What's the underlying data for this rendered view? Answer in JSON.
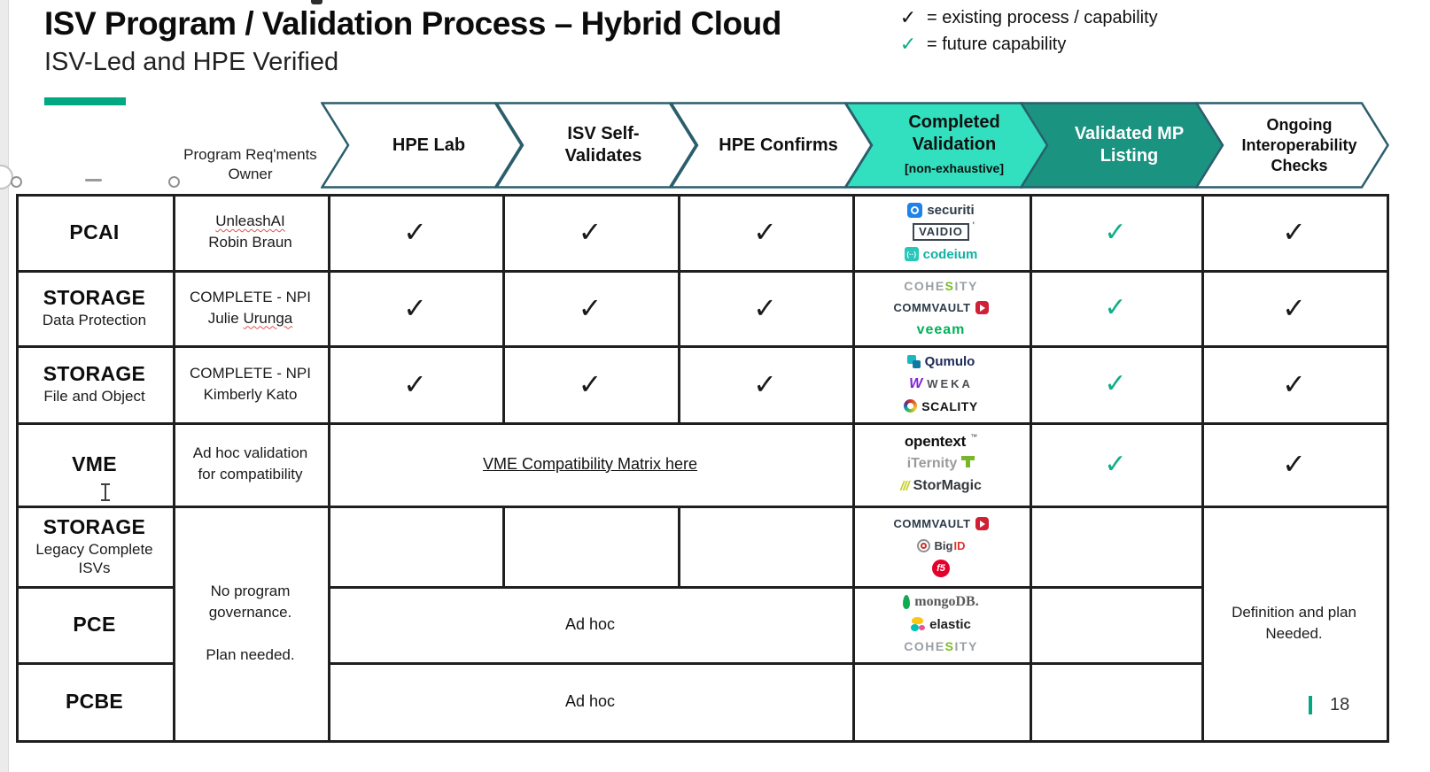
{
  "slide": {
    "title": "ISV Program / Validation Process – Hybrid Cloud",
    "subtitle": "ISV-Led and HPE Verified",
    "page_number": "18"
  },
  "legend": {
    "existing_check": "✓",
    "existing_label": "= existing process / capability",
    "future_check": "✓",
    "future_label": "= future capability"
  },
  "header": {
    "owner_line1": "Program Req'ments",
    "owner_line2": "Owner",
    "chevrons": [
      {
        "line1": "HPE Lab"
      },
      {
        "line1": "ISV Self-",
        "line2": "Validates"
      },
      {
        "line1": "HPE Confirms"
      },
      {
        "line1": "Completed",
        "line2": "Validation",
        "sub": "[non-exhaustive]"
      },
      {
        "line1": "Validated MP",
        "line2": "Listing"
      },
      {
        "line1": "Ongoing",
        "line2": "Interoperability",
        "line3": "Checks"
      }
    ]
  },
  "checkmark": "✓",
  "rows": {
    "pcai": {
      "label": "PCAI",
      "owner1": "UnleashAI",
      "owner2": "Robin Braun"
    },
    "storage_dp": {
      "label": "STORAGE",
      "sublabel": "Data Protection",
      "owner1": "COMPLETE - NPI",
      "owner2a": "Julie",
      "owner2b": "Urunga"
    },
    "storage_fo": {
      "label": "STORAGE",
      "sublabel": "File and Object",
      "owner1": "COMPLETE - NPI",
      "owner2": "Kimberly Kato"
    },
    "vme": {
      "label": "VME",
      "owner1": "Ad hoc validation",
      "owner2": "for compatibility",
      "link": "VME Compatibility Matrix here"
    },
    "storage_legacy": {
      "label": "STORAGE",
      "sublabel": "Legacy Complete ISVs"
    },
    "pce": {
      "label": "PCE",
      "adhoc": "Ad hoc"
    },
    "pcbe": {
      "label": "PCBE",
      "adhoc": "Ad hoc"
    }
  },
  "merged": {
    "owner_note_line1": "No program",
    "owner_note_line2": "governance.",
    "owner_note_line3": "Plan needed.",
    "ongoing_note_line1": "Definition and plan",
    "ongoing_note_line2": "Needed."
  },
  "logos": {
    "securiti": "securiti",
    "vaidio": "VAIDIO",
    "codeium": "codeium",
    "cohesity_p1": "COHE",
    "cohesity_p2": "S",
    "cohesity_p3": "ITY",
    "commvault": "COMMVAULT",
    "veeam": "veeam",
    "qumulo": "Qumulo",
    "weka_w": "W",
    "weka": "WEKA",
    "scality": "SCALITY",
    "opentext": "opentext",
    "opentext_tm": "™",
    "iternity": "iTernity",
    "stormagic_slashes": "///",
    "stormagic": "StorMagic",
    "bigid_p1": "Big",
    "bigid_p2": "ID",
    "f5": "f5",
    "mongodb": "mongoDB.",
    "elastic": "elastic"
  },
  "colors": {
    "hpe_green": "#01a982",
    "future_check_green": "#0fae87",
    "chevron_light_teal": "#32e0bf",
    "chevron_dark_teal": "#1b9381",
    "chevron_outline": "#2a5e6c",
    "grid_line": "#1f1f1f"
  }
}
